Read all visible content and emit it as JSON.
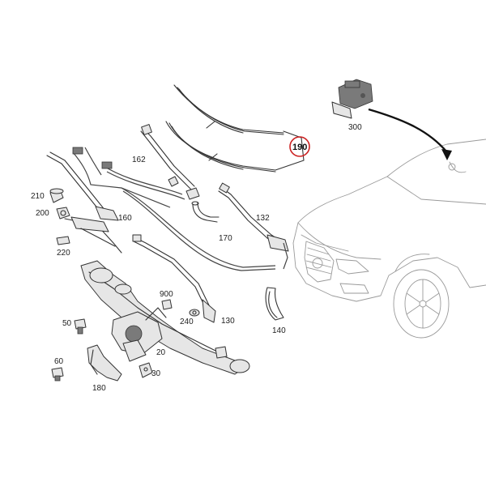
{
  "diagram": {
    "labels": {
      "p190": "190",
      "p300": "300",
      "p162": "162",
      "p210": "210",
      "p200": "200",
      "p160": "160",
      "p220": "220",
      "p132": "132",
      "p170": "170",
      "p900": "900",
      "p50": "50",
      "p240": "240",
      "p130": "130",
      "p20": "20",
      "p60": "60",
      "p30": "30",
      "p180": "180",
      "p140": "140"
    },
    "highlight_color": "#cc2222"
  }
}
